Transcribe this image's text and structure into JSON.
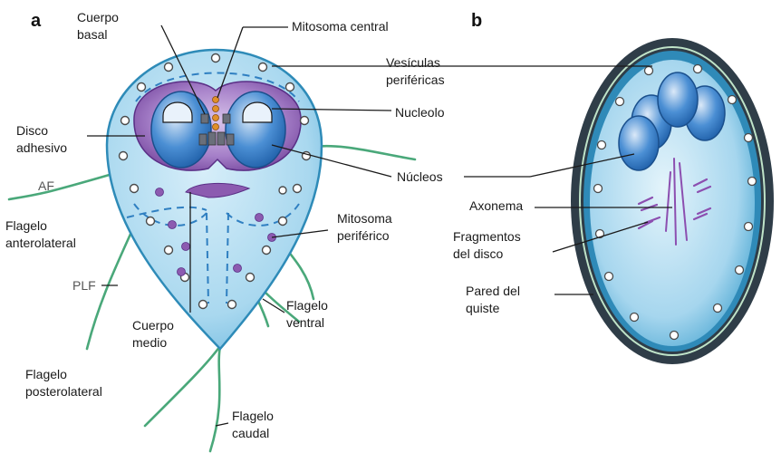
{
  "panels": {
    "a": "a",
    "b": "b"
  },
  "labels_a": {
    "cuerpo_basal": [
      "Cuerpo",
      "basal"
    ],
    "mitosoma_central": "Mitosoma central",
    "vesiculas_perifericas": [
      "Vesículas",
      "periféricas"
    ],
    "nucleolo": "Nucleolo",
    "disco_adhesivo": [
      "Disco",
      "adhesivo"
    ],
    "nucleos": "Núcleos",
    "af": "AF",
    "flagelo_anterolateral": [
      "Flagelo",
      "anterolateral"
    ],
    "mitosoma_periferico": [
      "Mitosoma",
      "periférico"
    ],
    "plf": "PLF",
    "flagelo_ventral": [
      "Flagelo",
      "ventral"
    ],
    "cuerpo_medio": [
      "Cuerpo",
      "medio"
    ],
    "flagelo_posterolateral": [
      "Flagelo",
      "posterolateral"
    ],
    "flagelo_caudal": [
      "Flagelo",
      "caudal"
    ]
  },
  "labels_b": {
    "axonema": "Axonema",
    "fragmentos_disco": [
      "Fragmentos",
      "del disco"
    ],
    "pared_quiste": [
      "Pared del",
      "quiste"
    ]
  },
  "colors": {
    "cell_fill": "#a9d8ef",
    "cell_outline": "#2e8bb8",
    "disc": "#8c5bb0",
    "nucleus": "#1f6fb8",
    "flagella": "#4aa87a",
    "cyst_wall": "#2f3d48",
    "mitosome": "#e0902a"
  }
}
